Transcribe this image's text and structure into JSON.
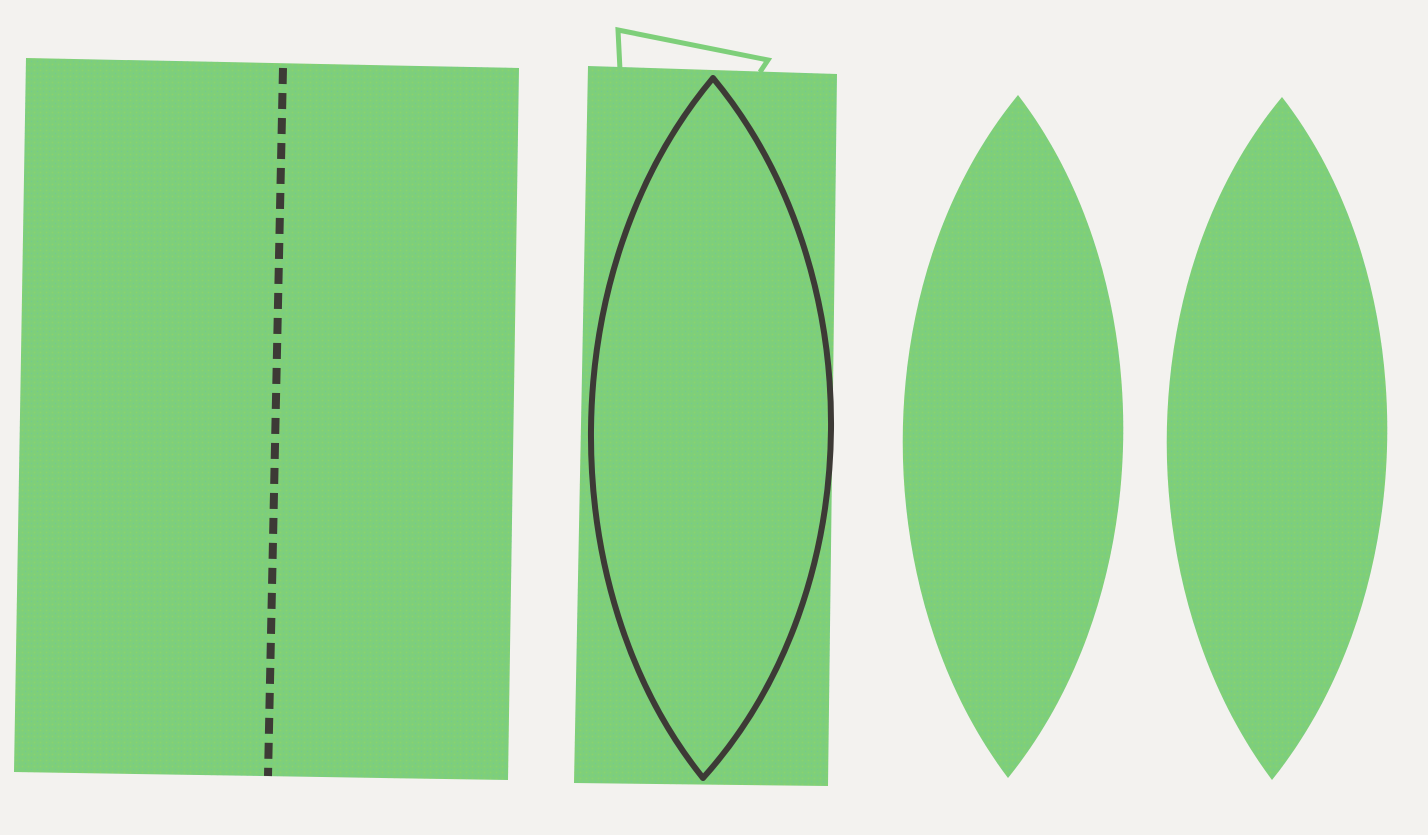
{
  "diagram": {
    "steps": [
      {
        "id": "unfolded-sheet",
        "fold_line": "dashed"
      },
      {
        "id": "folded-sheet-with-outline",
        "cut_outline": "solid"
      },
      {
        "id": "cut-leaf-1"
      },
      {
        "id": "cut-leaf-2"
      }
    ]
  },
  "colors": {
    "background": "#f3f2ef",
    "paper_green": "#7ecf7a",
    "paper_green_shade": "#72c889",
    "line_dark": "#3d3a36",
    "tab_outline": "#7ecf7a"
  }
}
